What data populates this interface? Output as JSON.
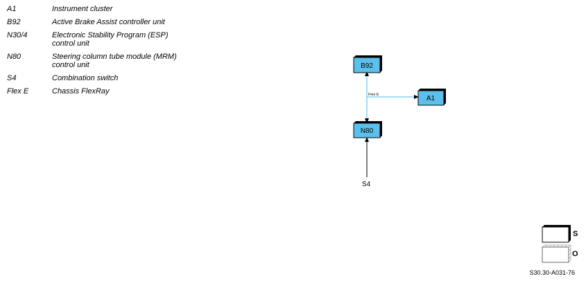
{
  "legend": [
    {
      "code": "A1",
      "desc": "Instrument cluster"
    },
    {
      "code": "B92",
      "desc": "Active Brake Assist controller unit"
    },
    {
      "code": "N30/4",
      "desc": "Electronic Stability Program (ESP) control unit"
    },
    {
      "code": "N80",
      "desc": "Steering column tube module (MRM) control unit"
    },
    {
      "code": "S4",
      "desc": "Combination switch"
    },
    {
      "code": "Flex E",
      "desc": "Chassis FlexRay"
    }
  ],
  "diagram": {
    "nodes": {
      "b92": "B92",
      "a1": "A1",
      "n80": "N80"
    },
    "bus_label": "Flex E",
    "input_label": "S4",
    "colors": {
      "module_fill": "#5bc0eb",
      "bus_line": "#6cc6e8",
      "wire": "#000000"
    }
  },
  "key": {
    "s_label": "S",
    "o_label": "O"
  },
  "figure_id": "S30.30-A031-76"
}
